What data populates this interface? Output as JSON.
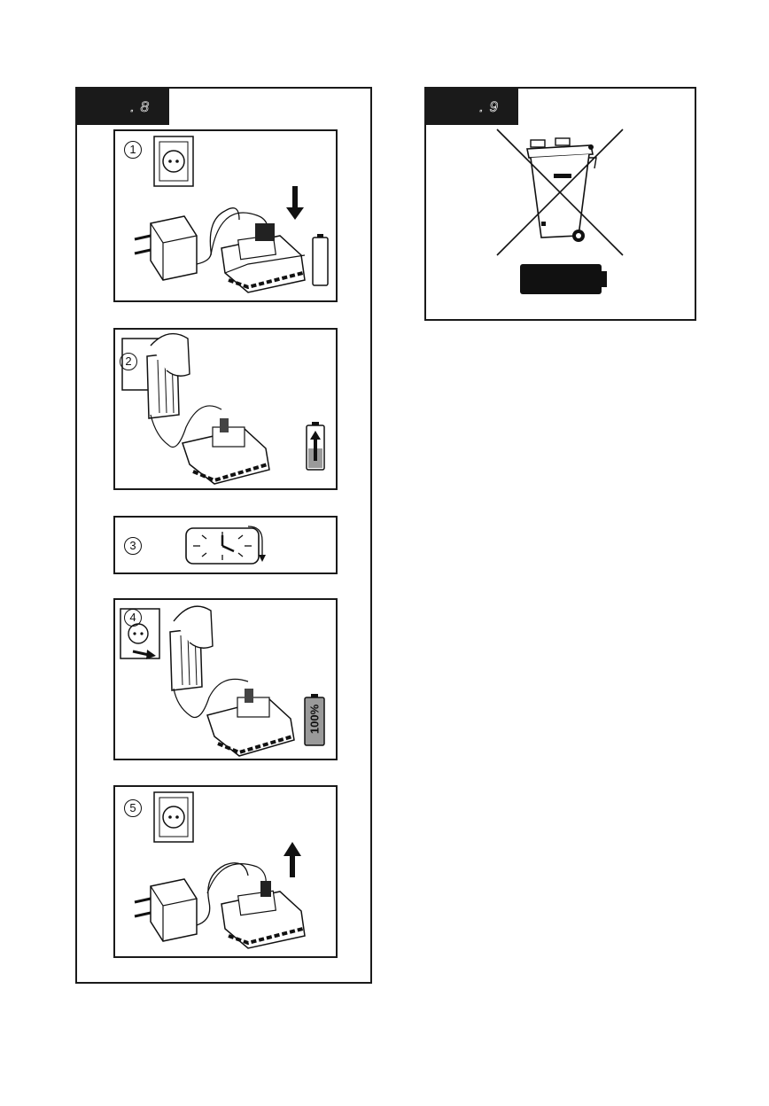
{
  "figures": {
    "fig8": {
      "label": ". 8"
    },
    "fig9": {
      "label": ". 9"
    }
  },
  "steps": [
    {
      "number": "1"
    },
    {
      "number": "2"
    },
    {
      "number": "3"
    },
    {
      "number": "4",
      "battery_level_text": "100%"
    },
    {
      "number": "5"
    }
  ],
  "icons": {
    "socket": "wall-socket-icon",
    "charger": "charger-adapter-icon",
    "battery_pack": "battery-pack-icon",
    "clock": "clock-icon",
    "bin": "crossed-out-wheelie-bin-icon"
  }
}
